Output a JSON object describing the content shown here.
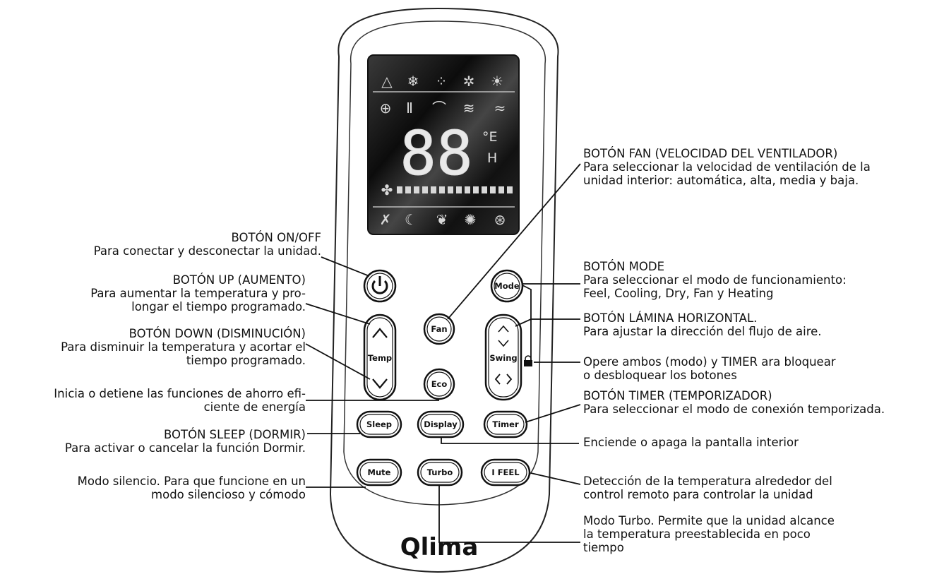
{
  "brand": "Qlima",
  "display": {
    "digits": "88",
    "unit_top": "°E",
    "unit_bottom": "H"
  },
  "buttons": {
    "power": "",
    "mode": "Mode",
    "temp": "Temp",
    "fan": "Fan",
    "swing": "Swing",
    "eco": "Eco",
    "sleep": "Sleep",
    "display": "Display",
    "timer": "Timer",
    "mute": "Mute",
    "turbo": "Turbo",
    "ifeel": "I FEEL"
  },
  "labels_left": {
    "onoff": {
      "title": "BOTÓN ON/OFF",
      "desc": "Para conectar y desconectar la unidad."
    },
    "up": {
      "title": "BOTÓN UP (AUMENTO)",
      "desc1": "Para aumentar la temperatura y pro-",
      "desc2": "longar el tiempo programado."
    },
    "down": {
      "title": "BOTÓN DOWN (DISMINUCIÓN)",
      "desc1": "Para disminuir la temperatura y acortar el",
      "desc2": "tiempo programado."
    },
    "eco": {
      "desc1": "Inicia o detiene las funciones de ahorro efi-",
      "desc2": "ciente de energía"
    },
    "sleep": {
      "title": "BOTÓN SLEEP (DORMIR)",
      "desc": "Para activar o cancelar la función Dormir."
    },
    "mute": {
      "desc1": "Modo silencio. Para que funcione en un",
      "desc2": "modo silencioso y cómodo"
    }
  },
  "labels_right": {
    "fan": {
      "title": "BOTÓN FAN (VELOCIDAD DEL VENTILADOR)",
      "desc1": "Para seleccionar la velocidad de ventilación de la",
      "desc2": "unidad interior: automática, alta, media y baja."
    },
    "mode": {
      "title": "BOTÓN MODE",
      "desc1": "Para seleccionar el modo de funcionamiento:",
      "desc2": "Feel, Cooling, Dry, Fan y Heating"
    },
    "swing": {
      "title": "BOTÓN LÁMINA HORIZONTAL.",
      "desc": "Para ajustar la dirección del flujo de aire."
    },
    "lock": {
      "desc1": "Opere ambos (modo) y TIMER ara bloquear",
      "desc2": "o desbloquear los botones"
    },
    "timer": {
      "title": "BOTÓN TIMER (TEMPORIZADOR)",
      "desc": "Para seleccionar el modo de conexión temporizada."
    },
    "display": {
      "desc": "Enciende o apaga la pantalla interior"
    },
    "ifeel": {
      "desc1": "Detección de la temperatura alrededor del",
      "desc2": "control remoto para controlar la unidad"
    },
    "turbo": {
      "desc1": "Modo Turbo. Permite que la unidad alcance",
      "desc2": "la temperatura preestablecida en poco",
      "desc3": "tiempo"
    }
  }
}
